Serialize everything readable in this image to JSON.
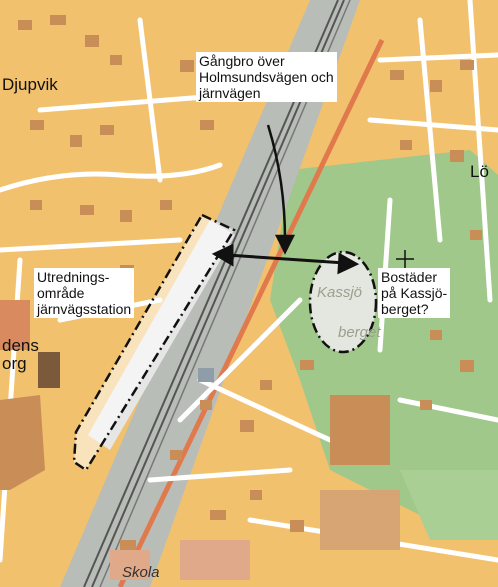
{
  "map": {
    "colors": {
      "built_area": "#f1c16e",
      "road": "#ffffff",
      "building": "#c98e58",
      "park": "#9fc88a",
      "railway_corridor": "#b9bdb8",
      "main_road": "#e07a4d",
      "outline": "#111111"
    },
    "place_labels": {
      "djupvik": "Djupvik",
      "lo": "Lö",
      "dens": "dens",
      "org": "org",
      "kassjo": "Kassjö",
      "berget": "berget",
      "skola": "Skola"
    },
    "annotations": {
      "footbridge": "Gångbro över\nHolmsundsvägen och\njärnvägen",
      "investigation_area": "Utrednings-\nområde\njärnvägsstation",
      "housing": "Bostäder\npå Kassjö-\nberget?"
    }
  }
}
